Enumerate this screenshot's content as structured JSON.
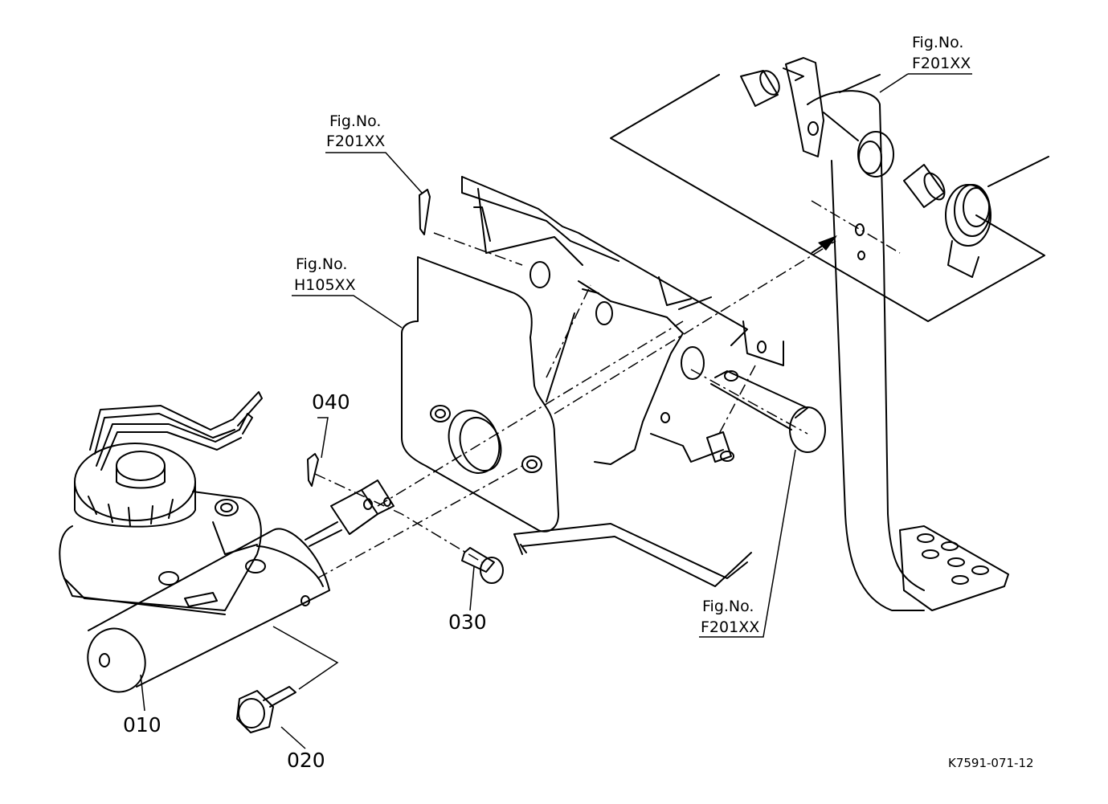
{
  "figure_refs": {
    "top_right": {
      "line1": "Fig.No.",
      "line2": "F201XX"
    },
    "upper_left": {
      "line1": "Fig.No.",
      "line2": "F201XX"
    },
    "left_plate": {
      "line1": "Fig.No.",
      "line2": "H105XX"
    },
    "bottom_pin": {
      "line1": "Fig.No.",
      "line2": "F201XX"
    }
  },
  "parts": {
    "p010": "010",
    "p020": "020",
    "p030": "030",
    "p040": "040"
  },
  "drawing_code": "K7591-071-12"
}
